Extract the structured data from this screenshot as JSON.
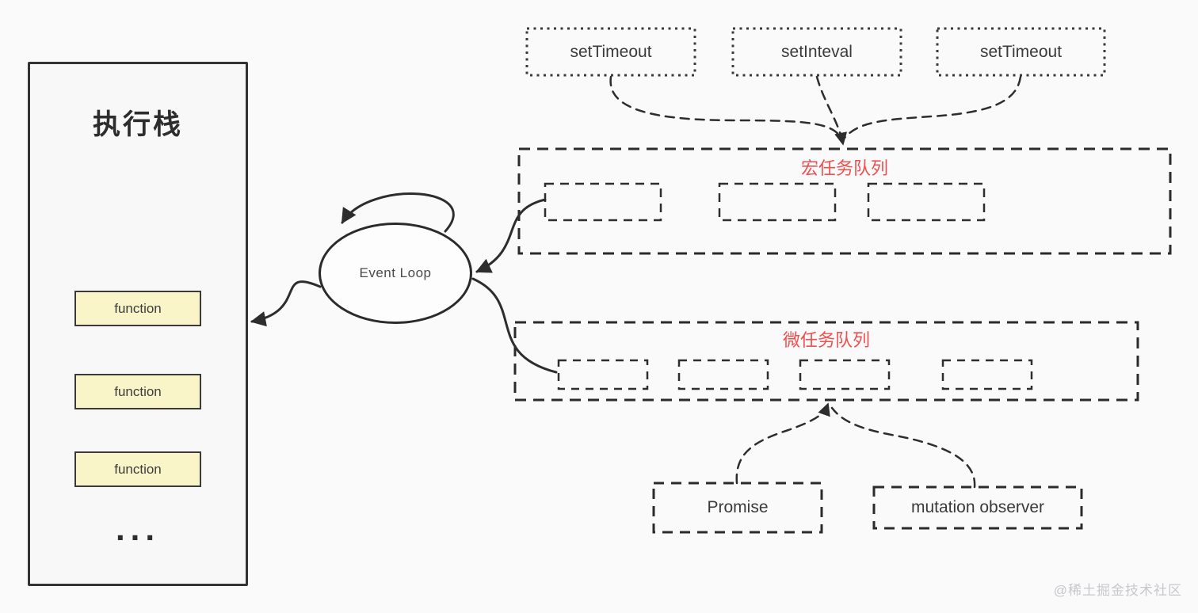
{
  "page": {
    "background_color": "#fafafa",
    "watermark": "@稀土掘金技术社区"
  },
  "execution_stack": {
    "title": "执行栈",
    "functions": [
      "function",
      "function",
      "function"
    ],
    "ellipsis": "...",
    "function_fill_color": "#faf5c9"
  },
  "event_loop": {
    "label": "Event Loop"
  },
  "macro_task_queue": {
    "label": "宏任务队列",
    "label_color": "#f04f4f",
    "empty_slot_count": 3,
    "sources": [
      "setTimeout",
      "setInteval",
      "setTimeout"
    ]
  },
  "micro_task_queue": {
    "label": "微任务队列",
    "label_color": "#f04f4f",
    "empty_slot_count": 4,
    "sources": [
      "Promise",
      "mutation observer"
    ]
  },
  "colors": {
    "line": "#2d2d2d",
    "queue_label": "#f04f4f"
  }
}
